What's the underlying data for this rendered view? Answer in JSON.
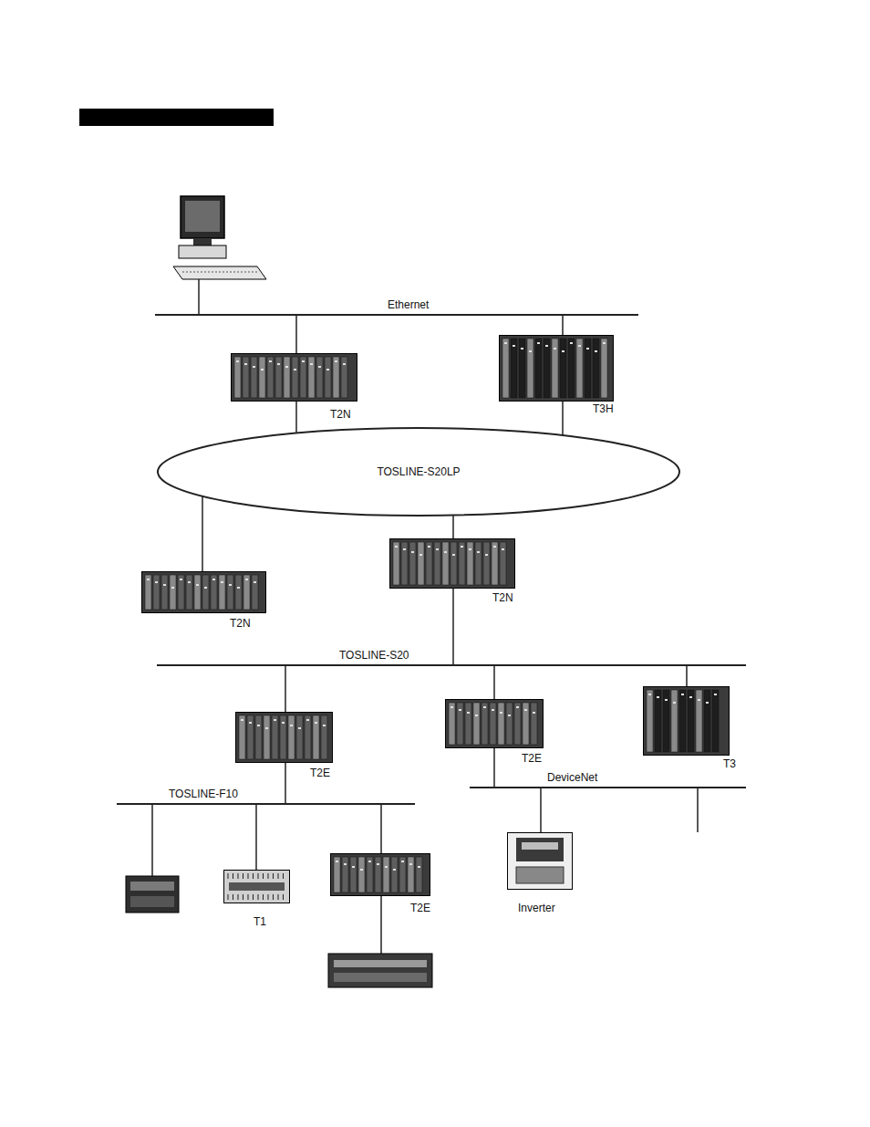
{
  "diagram": {
    "nodes": [
      {
        "text": [
          "Ethernet"
        ]
      },
      {
        "text": [
          "T2N"
        ]
      },
      {
        "text": [
          "T3H"
        ]
      },
      {
        "text": [
          "TOSLINE-S20LP"
        ]
      },
      {
        "text": [
          "T2N"
        ]
      },
      {
        "text": [
          "T2N"
        ]
      },
      {
        "text": [
          "TOSLINE-S20"
        ]
      },
      {
        "text": [
          "T2E"
        ]
      },
      {
        "text": [
          "T2E"
        ]
      },
      {
        "text": [
          "T3"
        ]
      },
      {
        "text": [
          "TOSLINE-F10"
        ]
      },
      {
        "text": [
          "DeviceNet"
        ]
      },
      {
        "text": [
          "T1"
        ]
      },
      {
        "text": [
          "T2E"
        ]
      },
      {
        "text": [
          "Inverter"
        ]
      }
    ],
    "edges": [
      {
        "from": 0,
        "to": 1,
        "arrow": "none"
      },
      {
        "from": 0,
        "to": 2,
        "arrow": "none"
      },
      {
        "from": 1,
        "to": 3,
        "arrow": "none"
      },
      {
        "from": 2,
        "to": 3,
        "arrow": "none"
      },
      {
        "from": 3,
        "to": 4,
        "arrow": "none"
      },
      {
        "from": 3,
        "to": 5,
        "arrow": "none"
      },
      {
        "from": 5,
        "to": 6,
        "arrow": "none"
      },
      {
        "from": 6,
        "to": 7,
        "arrow": "none"
      },
      {
        "from": 6,
        "to": 8,
        "arrow": "none"
      },
      {
        "from": 6,
        "to": 9,
        "arrow": "none"
      },
      {
        "from": 7,
        "to": 10,
        "arrow": "none"
      },
      {
        "from": 8,
        "to": 11,
        "arrow": "none"
      },
      {
        "from": 10,
        "to": 12,
        "arrow": "none"
      },
      {
        "from": 10,
        "to": 13,
        "arrow": "none"
      },
      {
        "from": 11,
        "to": 14,
        "arrow": "none"
      }
    ]
  }
}
